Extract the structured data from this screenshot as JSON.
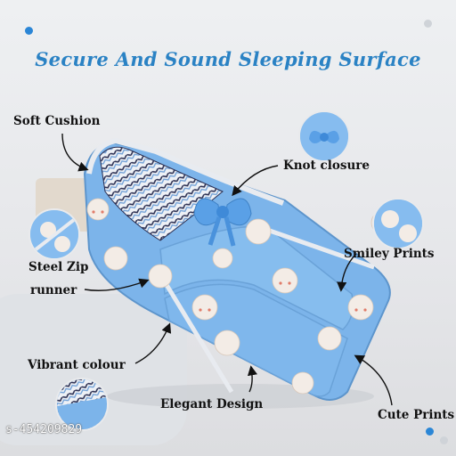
{
  "title": "Secure And Sound Sleeping Surface",
  "labels": {
    "soft_cushion": "Soft Cushion",
    "knot_closure": "Knot closure",
    "steel_zip_line1": "Steel Zip",
    "steel_zip_line2": "runner",
    "smiley_prints": "Smiley Prints",
    "vibrant_colour": "Vibrant colour",
    "elegant_design": "Elegant Design",
    "cute_prints": "Cute Prints"
  },
  "sku": "s-454209829",
  "colors": {
    "title": "#2a82c4",
    "fabric": "#7cb4ea",
    "zigzag": "#2b2f52",
    "dot": "#2b86d6"
  }
}
